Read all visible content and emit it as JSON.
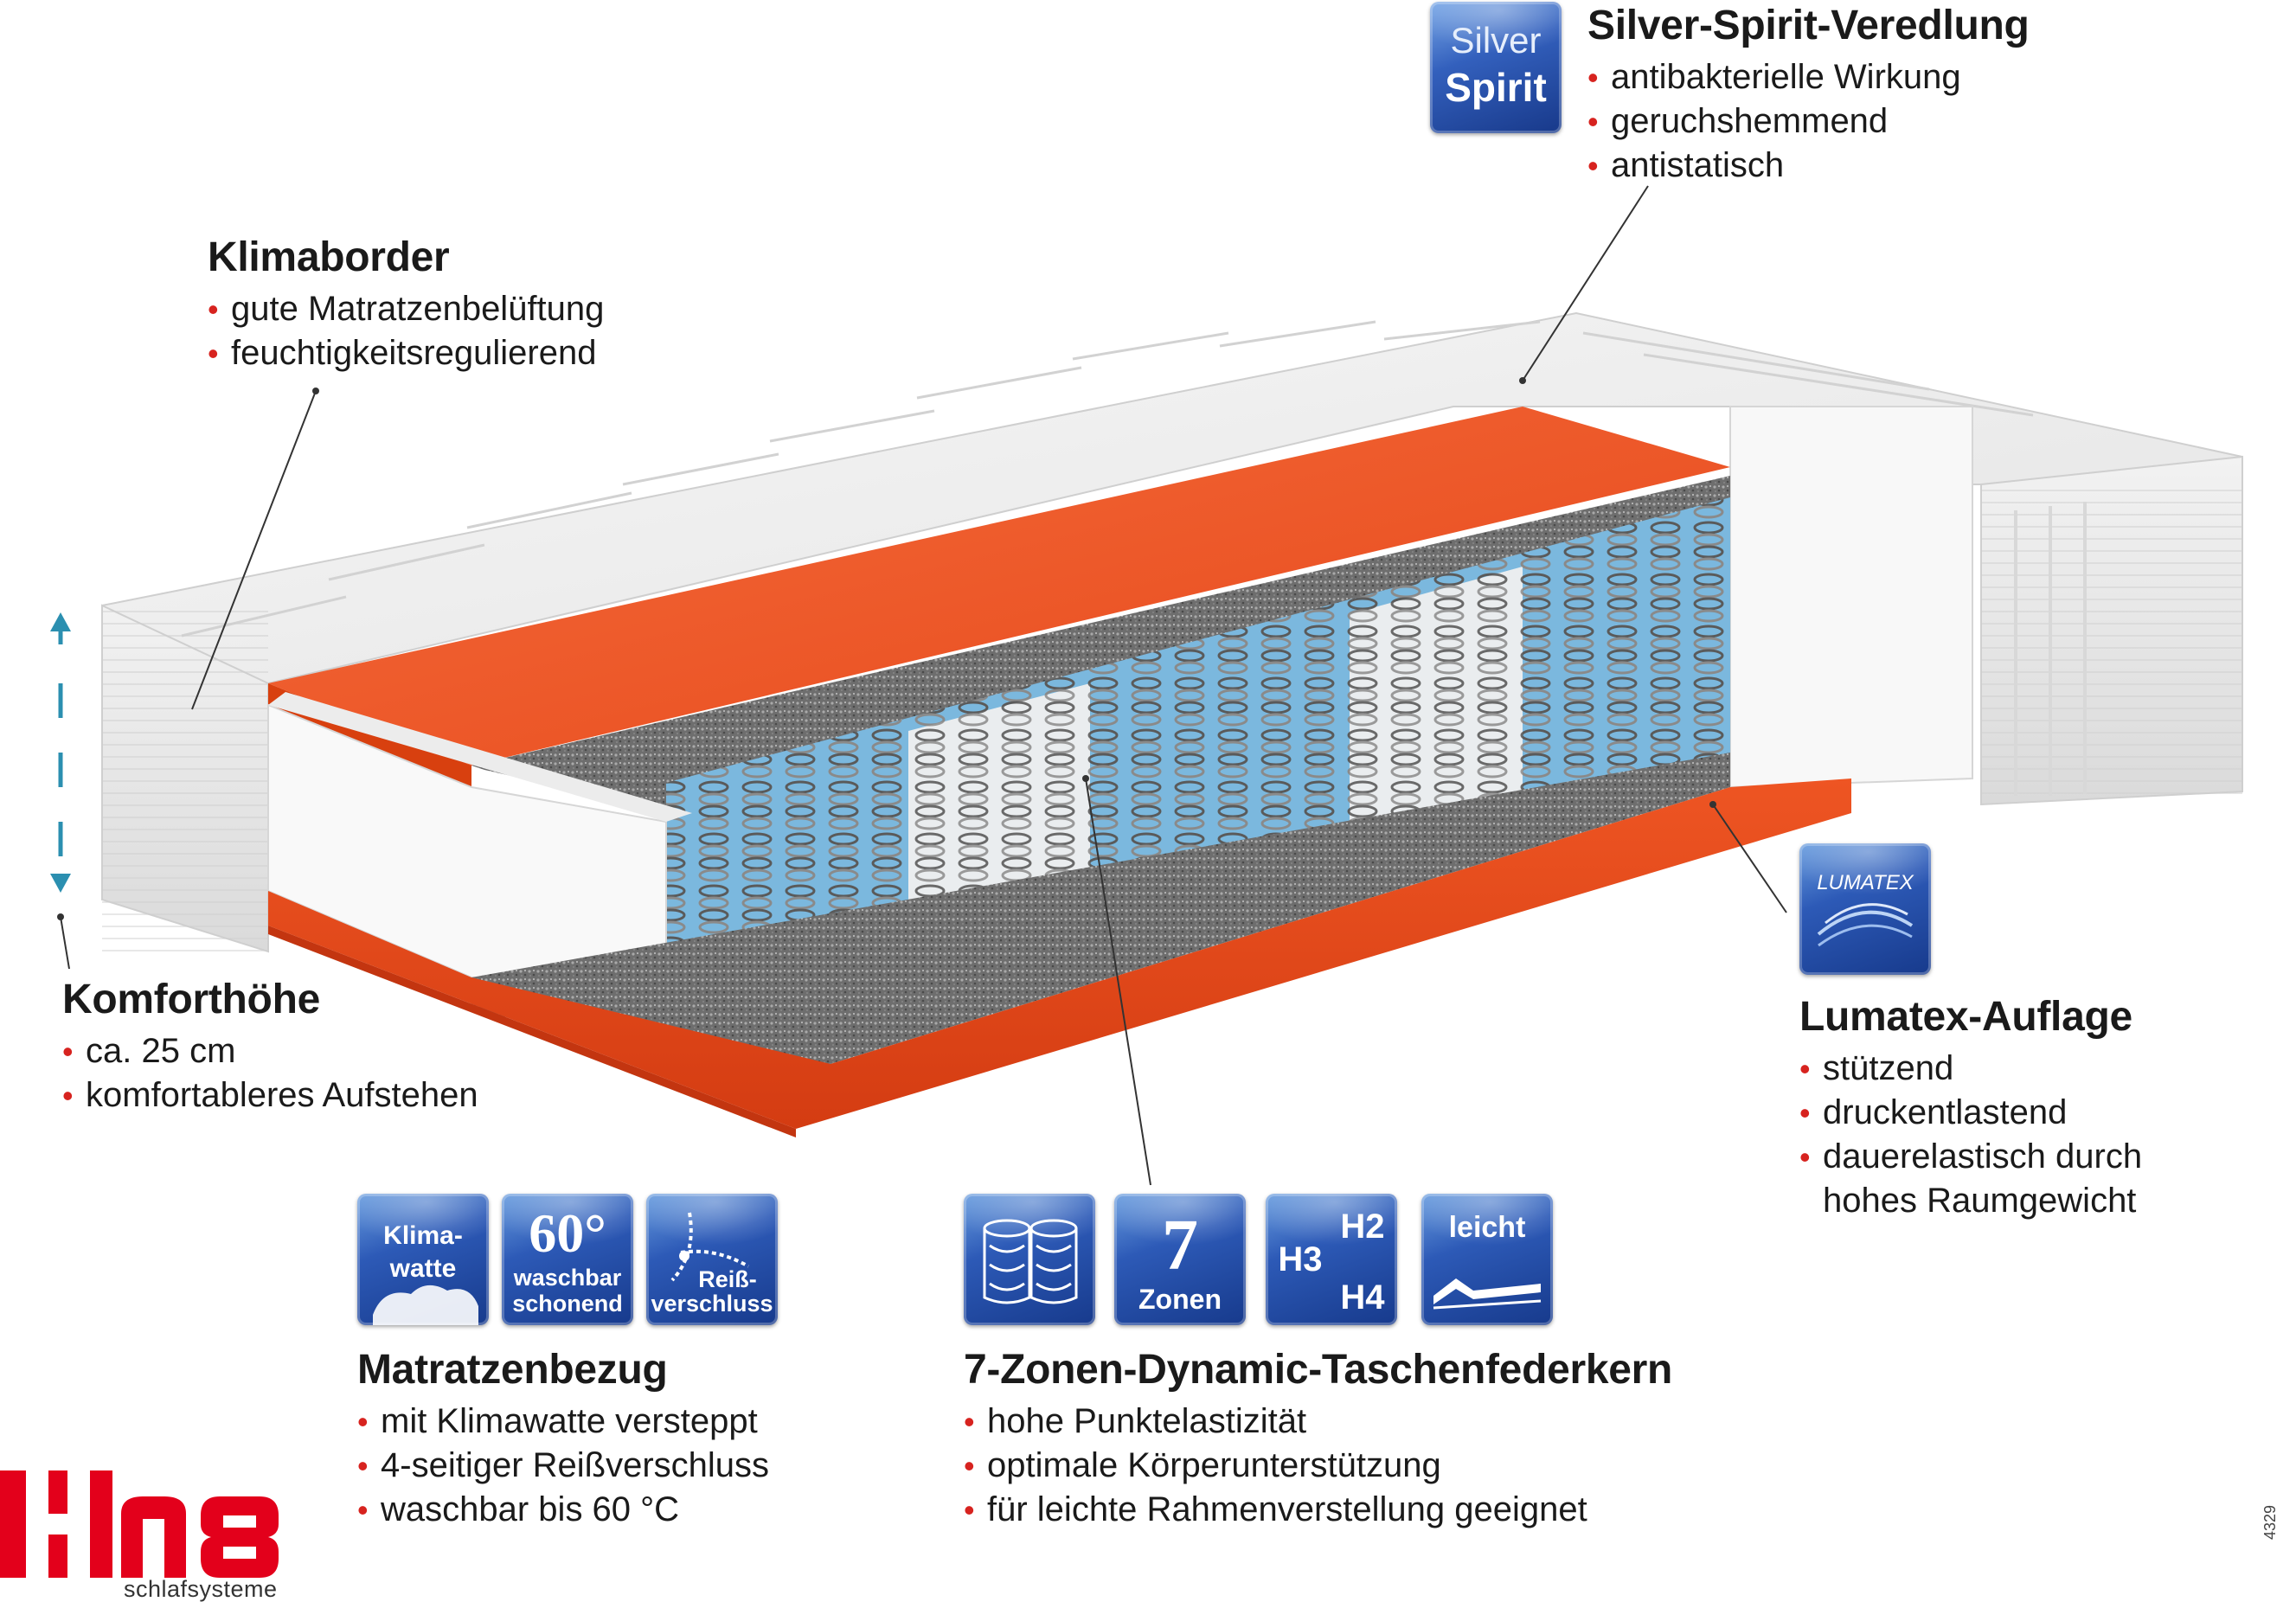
{
  "silver_spirit": {
    "badge_line1": "Silver",
    "badge_line2": "Spirit",
    "title": "Silver-Spirit-Veredlung",
    "items": [
      "antibakterielle Wirkung",
      "geruchshemmend",
      "antistatisch"
    ]
  },
  "klimaborder": {
    "title": "Klimaborder",
    "items": [
      "gute Matratzenbelüftung",
      "feuchtigkeitsregulierend"
    ]
  },
  "komforthoehe": {
    "title": "Komforthöhe",
    "items": [
      "ca. 25 cm",
      "komfortableres Aufstehen"
    ]
  },
  "lumatex": {
    "badge_label": "LUMATEX",
    "title": "Lumatex-Auflage",
    "items": [
      "stützend",
      "druckentlastend",
      "dauerelastisch durch"
    ],
    "item_continuation": "hohes Raumgewicht"
  },
  "bezug_badges": {
    "klimawatte_line1": "Klima-",
    "klimawatte_line2": "watte",
    "wash_temp": "60°",
    "wash_line1": "waschbar",
    "wash_line2": "schonend",
    "zip_line1": "Reiß-",
    "zip_line2": "verschluss"
  },
  "matratzenbezug": {
    "title": "Matratzenbezug",
    "items": [
      "mit Klimawatte versteppt",
      "4-seitiger Reißverschluss",
      "waschbar bis 60 °C"
    ]
  },
  "kern_badges": {
    "zones_number": "7",
    "zones_label": "Zonen",
    "h2": "H2",
    "h3": "H3",
    "h4": "H4",
    "leicht": "leicht"
  },
  "taschenfederkern": {
    "title": "7-Zonen-Dynamic-Taschenfederkern",
    "items": [
      "hohe Punktelastizität",
      "optimale Körperunterstützung",
      "für leichte Rahmenverstellung geeignet"
    ]
  },
  "logo": {
    "brand": "Hn8",
    "subtitle": "schlafsysteme"
  },
  "article_code": "4329",
  "colors": {
    "bullet": "#d7231f",
    "foam_orange": "#f0501e",
    "badge_blue": "#2d5ab7",
    "arrow_teal": "#2b8fb0",
    "logo_red": "#e3001b"
  }
}
